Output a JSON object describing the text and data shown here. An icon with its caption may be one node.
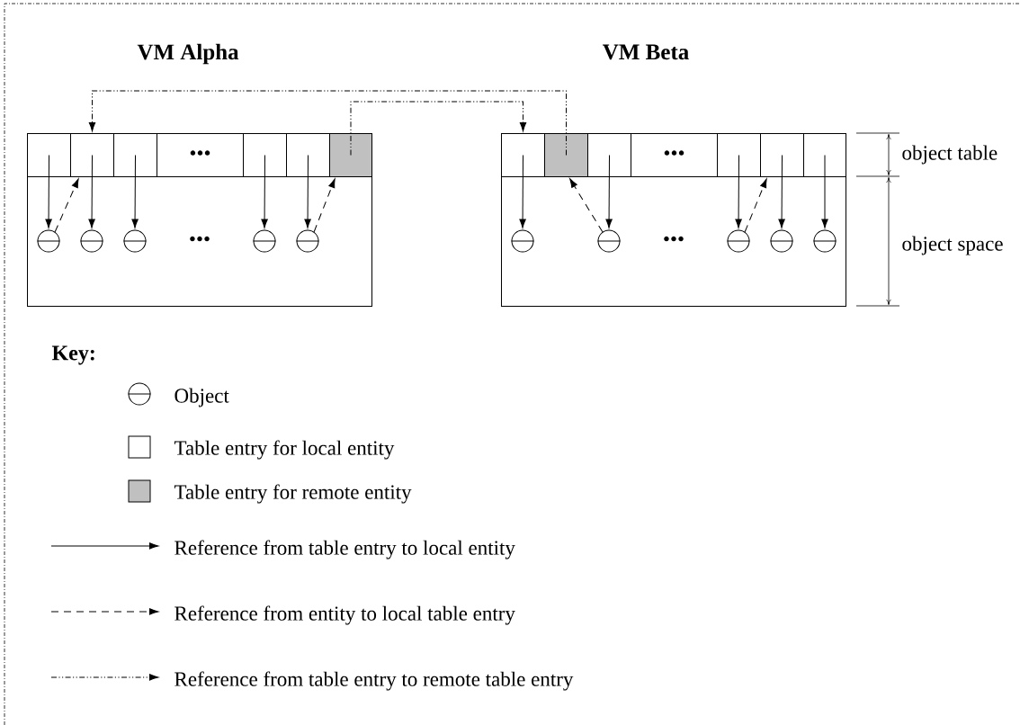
{
  "diagram": {
    "nodes": [
      {
        "text": [
          "VM Alpha"
        ]
      },
      {
        "text": [],
        "shape": "box",
        "in": 0
      },
      {
        "text": [],
        "shape": "box",
        "in": 0
      },
      {
        "text": [],
        "shape": "box",
        "in": 0
      },
      {
        "text": [
          "•••"
        ],
        "in": 0
      },
      {
        "text": [],
        "shape": "box",
        "in": 0
      },
      {
        "text": [],
        "shape": "box",
        "in": 0
      },
      {
        "text": [],
        "shape": "box",
        "in": 0
      },
      {
        "text": [],
        "shape": "circle",
        "in": 0
      },
      {
        "text": [],
        "shape": "circle",
        "in": 0
      },
      {
        "text": [],
        "shape": "circle",
        "in": 0
      },
      {
        "text": [],
        "shape": "circle",
        "in": 0
      },
      {
        "text": [],
        "shape": "circle",
        "in": 0
      },
      {
        "text": [
          "VM Beta"
        ]
      },
      {
        "text": [],
        "shape": "box",
        "in": 13
      },
      {
        "text": [],
        "shape": "box",
        "in": 13
      },
      {
        "text": [],
        "shape": "box",
        "in": 13
      },
      {
        "text": [
          "•••"
        ],
        "in": 13
      },
      {
        "text": [],
        "shape": "box",
        "in": 13
      },
      {
        "text": [],
        "shape": "box",
        "in": 13
      },
      {
        "text": [],
        "shape": "box",
        "in": 13
      },
      {
        "text": [],
        "shape": "circle",
        "in": 13
      },
      {
        "text": [],
        "shape": "circle",
        "in": 13
      },
      {
        "text": [],
        "shape": "circle",
        "in": 13
      },
      {
        "text": [],
        "shape": "circle",
        "in": 13
      },
      {
        "text": [],
        "shape": "circle",
        "in": 13
      }
    ],
    "edges": [
      {
        "from": 1,
        "to": 8,
        "arrow": "to"
      },
      {
        "from": 8,
        "to": 2,
        "arrow": "to",
        "style": "dashed"
      },
      {
        "from": 2,
        "to": 9,
        "arrow": "to"
      },
      {
        "from": 3,
        "to": 10,
        "arrow": "to"
      },
      {
        "from": 5,
        "to": 11,
        "arrow": "to"
      },
      {
        "from": 6,
        "to": 12,
        "arrow": "to"
      },
      {
        "from": 12,
        "to": 7,
        "arrow": "to",
        "style": "dashed"
      },
      {
        "from": 14,
        "to": 21,
        "arrow": "to"
      },
      {
        "from": 22,
        "to": 15,
        "arrow": "to",
        "style": "dashed"
      },
      {
        "from": 16,
        "to": 22,
        "arrow": "to"
      },
      {
        "from": 18,
        "to": 23,
        "arrow": "to"
      },
      {
        "from": 23,
        "to": 19,
        "arrow": "to",
        "style": "dashed"
      },
      {
        "from": 19,
        "to": 24,
        "arrow": "to"
      },
      {
        "from": 20,
        "to": 25,
        "arrow": "to"
      },
      {
        "from": 15,
        "to": 2,
        "arrow": "to",
        "style": "dashed"
      },
      {
        "from": 7,
        "to": 14,
        "arrow": "to",
        "style": "dashed"
      }
    ],
    "labels": [
      "object table",
      "•••",
      "•••",
      "object space",
      "Key:"
    ],
    "legend": [
      {
        "text": "Object"
      },
      {
        "text": "Table entry for local entity"
      },
      {
        "text": "Table entry for remote entity",
        "color": "#c0c0c0"
      },
      {
        "text": "Reference from table entry to local entity"
      },
      {
        "text": "Reference from entity to local table entry"
      },
      {
        "text": "Reference from table entry to remote table entry"
      }
    ]
  }
}
